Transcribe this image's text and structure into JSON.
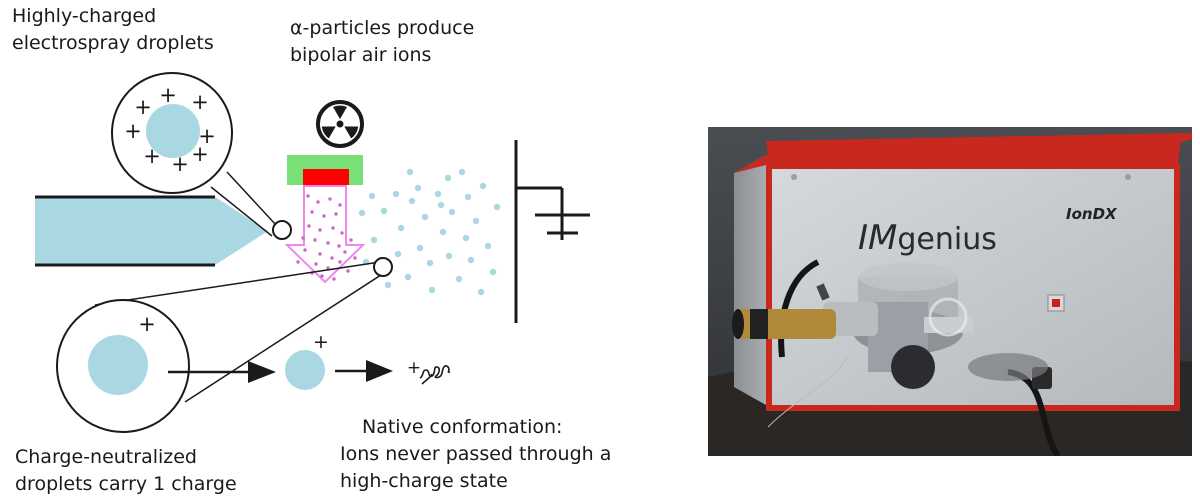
{
  "labels": {
    "droplets_top": [
      "Highly-charged",
      "electrospray droplets"
    ],
    "alpha": [
      "α-particles produce",
      "bipolar air ions"
    ],
    "neutralized": [
      "Charge-neutralized",
      "droplets carry 1 charge"
    ],
    "native": [
      "Native conformation:",
      "Ions never passed through a",
      "high-charge state"
    ]
  },
  "symbols": {
    "plus": "+"
  },
  "device": {
    "brand_prefix": "IM",
    "brand_rest": "genius",
    "model": "IonDX"
  },
  "colors": {
    "droplet": "#a9d7e2",
    "emitter": "#a9d7e2",
    "source_green": "#77e077",
    "source_red": "#ff0000",
    "ion_pink": "#cc66cc",
    "arrow_outline": "#ee88ee",
    "case_red": "#c8281e",
    "panel": "#c8cdd0"
  },
  "icons": [
    "radiation-icon",
    "ground-icon",
    "protein-squiggle-icon"
  ]
}
